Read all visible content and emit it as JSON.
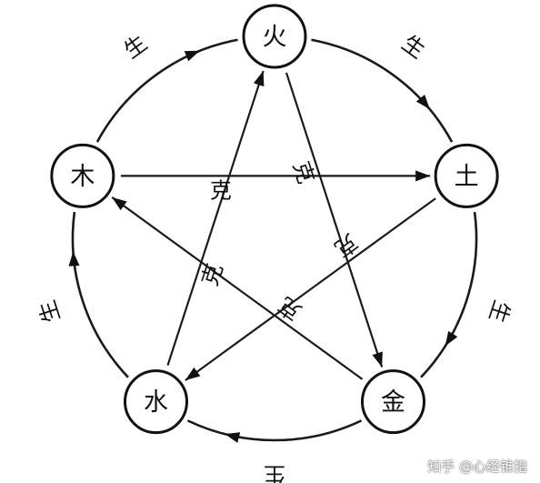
{
  "elements": [
    {
      "name": "wood",
      "label": "木"
    },
    {
      "name": "fire",
      "label": "火"
    },
    {
      "name": "earth",
      "label": "土"
    },
    {
      "name": "metal",
      "label": "金"
    },
    {
      "name": "water",
      "label": "水"
    }
  ],
  "generating_cycle": [
    {
      "from": "木",
      "to": "火",
      "label": "生"
    },
    {
      "from": "火",
      "to": "土",
      "label": "生"
    },
    {
      "from": "土",
      "to": "金",
      "label": "生"
    },
    {
      "from": "金",
      "to": "水",
      "label": "生"
    },
    {
      "from": "水",
      "to": "木",
      "label": "生"
    }
  ],
  "overcoming_cycle": [
    {
      "from": "木",
      "to": "土",
      "label": "克"
    },
    {
      "from": "火",
      "to": "金",
      "label": "克"
    },
    {
      "from": "土",
      "to": "水",
      "label": "克"
    },
    {
      "from": "金",
      "to": "木",
      "label": "克"
    },
    {
      "from": "水",
      "to": "火",
      "label": "克"
    }
  ],
  "watermark": "知乎 @心经锥指"
}
